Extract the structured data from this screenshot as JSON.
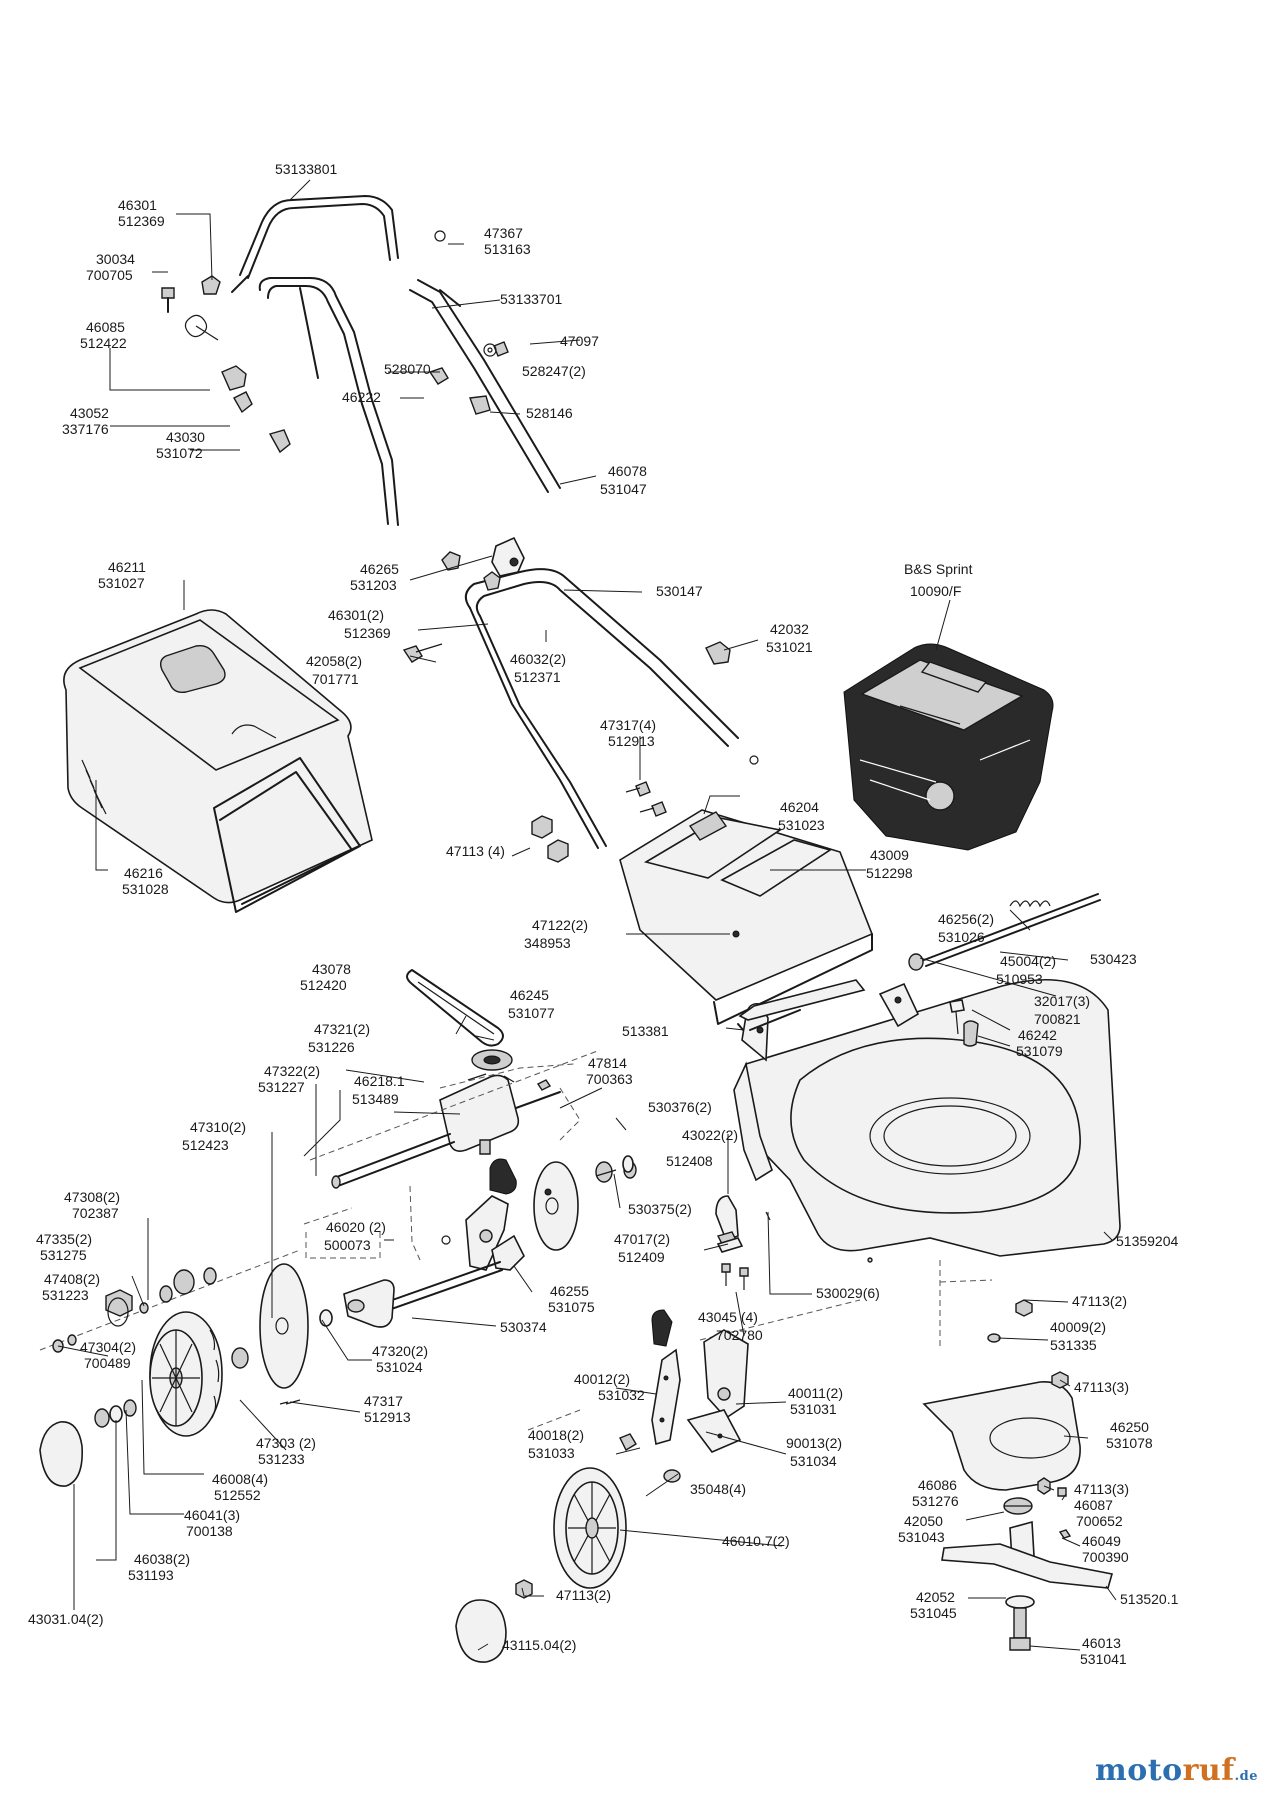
{
  "labels": {
    "l53133801": "53133801",
    "l46301": "46301",
    "l512369": "512369",
    "l30034": "30034",
    "l700705": "700705",
    "l46085": "46085",
    "l512422": "512422",
    "l43052": "43052",
    "l337176": "337176",
    "l43030": "43030",
    "l531072": "531072",
    "l47367": "47367",
    "l513163": "513163",
    "l53133701": "53133701",
    "l47097": "47097",
    "l528070": "528070",
    "l528247": "528247(2)",
    "l46222": "46222",
    "l528146": "528146",
    "l46078": "46078",
    "l531047": "531047",
    "l46211": "46211",
    "l531027": "531027",
    "l46265": "46265",
    "l531203": "531203",
    "l530147": "530147",
    "l463012": "46301(2)",
    "l512369b": "512369",
    "l46032": "46032(2)",
    "l512371": "512371",
    "l42058": "42058(2)",
    "l701771": "701771",
    "l42032": "42032",
    "l531021": "531021",
    "l47317a": "47317(4)",
    "l512913a": "512913",
    "l47113a": "47113 (4)",
    "l46204": "46204",
    "l531023": "531023",
    "l43009": "43009",
    "l512298": "512298",
    "l46216": "46216",
    "l531028": "531028",
    "l47122": "47122(2)",
    "l348953": "348953",
    "l46256": "46256(2)",
    "l531026": "531026",
    "l530423": "530423",
    "l45004": "45004(2)",
    "l510953": "510953",
    "l43078": "43078",
    "l512420": "512420",
    "l46245": "46245",
    "l531077": "531077",
    "l32017": "32017(3)",
    "l700821": "700821",
    "l46242": "46242",
    "l531079": "531079",
    "l47321": "47321(2)",
    "l531226": "531226",
    "l513381": "513381",
    "l47322": "47322(2)",
    "l531227": "531227",
    "l46218": "46218.1",
    "l513489": "513489",
    "l47814": "47814",
    "l700363": "700363",
    "l530376": "530376(2)",
    "l47310": "47310(2)",
    "l512423": "512423",
    "l43022": "43022(2)",
    "l512408": "512408",
    "l47308": "47308(2)",
    "l702387": "702387",
    "l46020": "46020 (2)",
    "l500073": "500073",
    "l530375": "530375(2)",
    "l47335": "47335(2)",
    "l531275": "531275",
    "l47017": "47017(2)",
    "l512409": "512409",
    "l51359204": "51359204",
    "l47408": "47408(2)",
    "l531223": "531223",
    "l46255": "46255",
    "l531075": "531075",
    "l530029": "530029(6)",
    "l47113b": "47113(2)",
    "l530374": "530374",
    "l43045": "43045 (4)",
    "l702780": "702780",
    "l40009": "40009(2)",
    "l531335": "531335",
    "l47304": "47304(2)",
    "l700489": "700489",
    "l47320": "47320(2)",
    "l531024": "531024",
    "l47113c": "47113(3)",
    "l40012": "40012(2)",
    "l531032": "531032",
    "l40011": "40011(2)",
    "l531031": "531031",
    "l47317b": "47317",
    "l512913b": "512913",
    "l46250": "46250",
    "l531078": "531078",
    "l47303": "47303 (2)",
    "l531233": "531233",
    "l40018": "40018(2)",
    "l531033": "531033",
    "l90013": "90013(2)",
    "l531034": "531034",
    "l46008": "46008(4)",
    "l512552": "512552",
    "l35048": "35048(4)",
    "l46086": "46086",
    "l531276": "531276",
    "l47113d": "47113(3)",
    "l46087": "46087",
    "l700652": "700652",
    "l46041": "46041(3)",
    "l700138": "700138",
    "l46010": "46010.7(2)",
    "l42050": "42050",
    "l531043": "531043",
    "l46049": "46049",
    "l700390": "700390",
    "l46038": "46038(2)",
    "l531193": "531193",
    "l47113e": "47113(2)",
    "l42052": "42052",
    "l531045": "531045",
    "l513520": "513520.1",
    "l43031": "43031.04(2)",
    "l43115": "43115.04(2)",
    "l46013": "46013",
    "l531041": "531041",
    "engine1": "B&S Sprint",
    "engine2": "10090/F"
  },
  "brand": {
    "part1": "moto",
    "part2": "ruf",
    "part3": ".de"
  }
}
